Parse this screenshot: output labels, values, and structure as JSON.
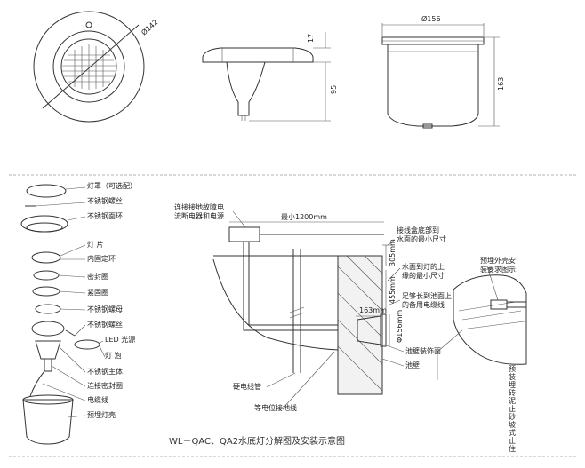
{
  "dimensions": {
    "top_diameter": "Ø142",
    "side_height_top": "17",
    "side_height": "95",
    "housing_diameter": "Ø156",
    "housing_height": "163"
  },
  "parts": [
    "灯罩（可选配）",
    "不锈钢螺丝",
    "不锈钢面环",
    "灯 片",
    "内固定环",
    "密封圈",
    "紧固圈",
    "不锈钢螺母",
    "不锈钢螺丝",
    "LED 光源",
    "灯 泡",
    "不锈钢主体",
    "连接密封圈",
    "电缆线",
    "预埋灯壳"
  ],
  "install": {
    "cutoff_note_1": "连接接地故障电",
    "cutoff_note_2": "流断电器和电源",
    "min_distance": "最小1200mm",
    "junction_note_1": "接线盒底部到",
    "junction_note_2": "水面的最小尺寸",
    "dim_305": "305mm",
    "waterline_note_1": "水面到灯的上",
    "waterline_note_2": "缘的最小尺寸",
    "dim_455": "455mm",
    "cable_note_1": "足够长到池面上",
    "cable_note_2": "的备用电缆线",
    "dim_163": "163mm",
    "dim_156": "Φ156mm",
    "embed_note_1": "预埋外壳安",
    "embed_note_2": "装要求图示:",
    "trim_label": "池壁装饰面",
    "wall_label": "池壁",
    "conduit_label": "硬电线管",
    "bond_label": "等电位接地线",
    "vertical_note": "预装埋砖泥止砂坡式止住"
  },
  "caption": "WL－QAC、QA2水底灯分解图及安装示意图"
}
